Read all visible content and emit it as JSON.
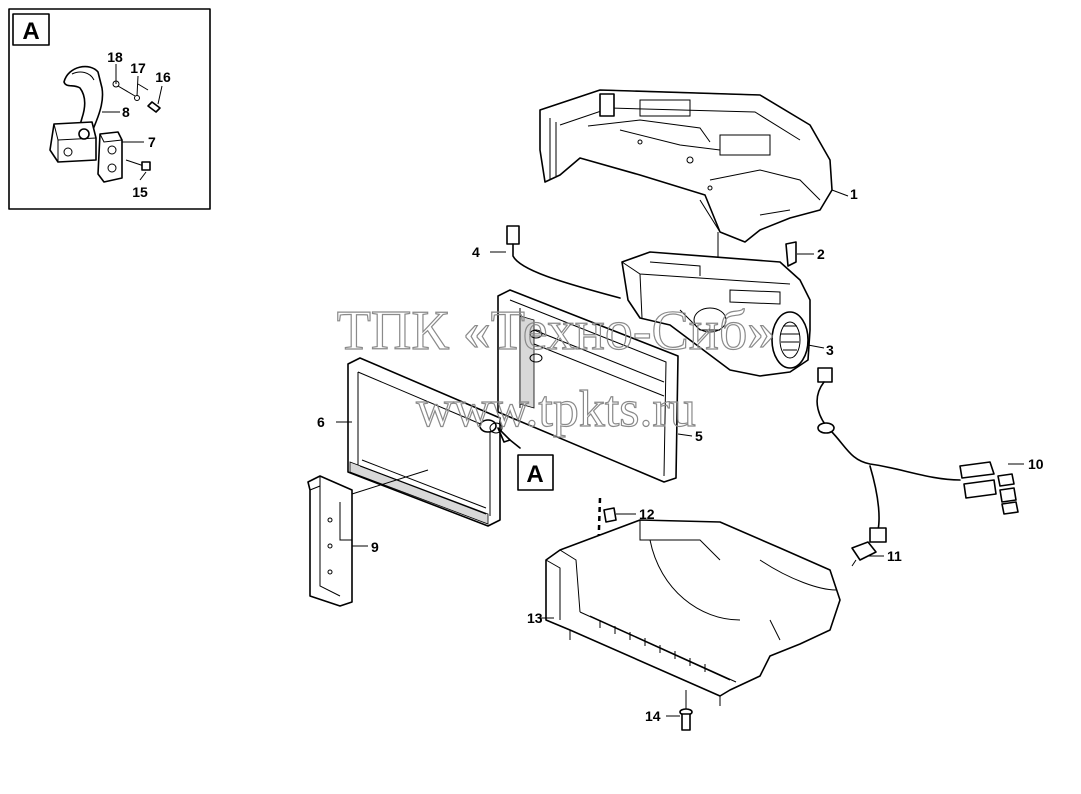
{
  "detail_box": {
    "letter": "A",
    "callouts": [
      "18",
      "17",
      "16",
      "8",
      "7",
      "15"
    ]
  },
  "view_marker": {
    "letter": "A"
  },
  "watermark": {
    "line1": "ТПК «Техно-Сиб»",
    "line2": "www.tpkts.ru"
  },
  "callouts": [
    "1",
    "2",
    "3",
    "4",
    "5",
    "6",
    "9",
    "10",
    "11",
    "12",
    "13",
    "14"
  ]
}
